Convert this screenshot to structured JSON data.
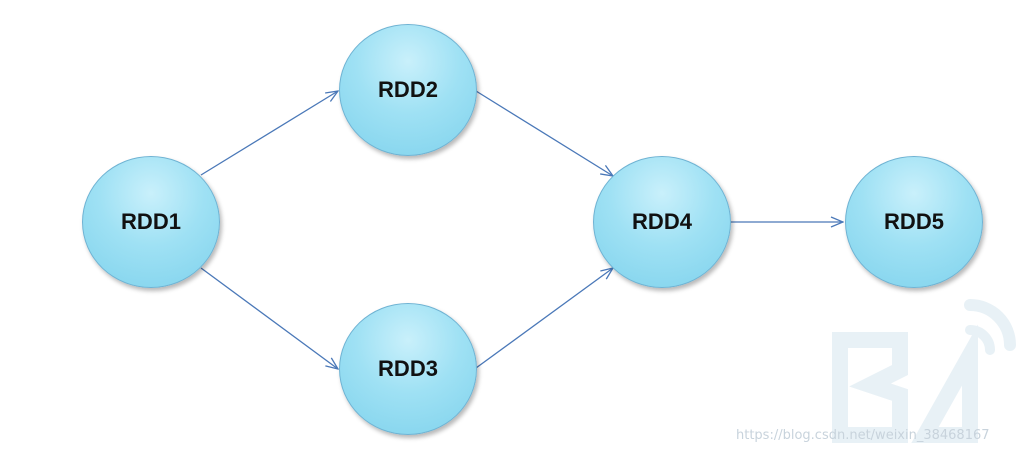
{
  "nodes": [
    {
      "id": "rdd1",
      "label": "RDD1"
    },
    {
      "id": "rdd2",
      "label": "RDD2"
    },
    {
      "id": "rdd3",
      "label": "RDD3"
    },
    {
      "id": "rdd4",
      "label": "RDD4"
    },
    {
      "id": "rdd5",
      "label": "RDD5"
    }
  ],
  "edges": [
    {
      "from": "rdd1",
      "to": "rdd2"
    },
    {
      "from": "rdd1",
      "to": "rdd3"
    },
    {
      "from": "rdd2",
      "to": "rdd4"
    },
    {
      "from": "rdd3",
      "to": "rdd4"
    },
    {
      "from": "rdd4",
      "to": "rdd5"
    }
  ],
  "colors": {
    "node_fill": "#9fe1f4",
    "node_border": "#6fb3d3",
    "edge": "#4a78b8"
  },
  "watermark": {
    "text": "https://blog.csdn.net/weixin_38468167"
  }
}
